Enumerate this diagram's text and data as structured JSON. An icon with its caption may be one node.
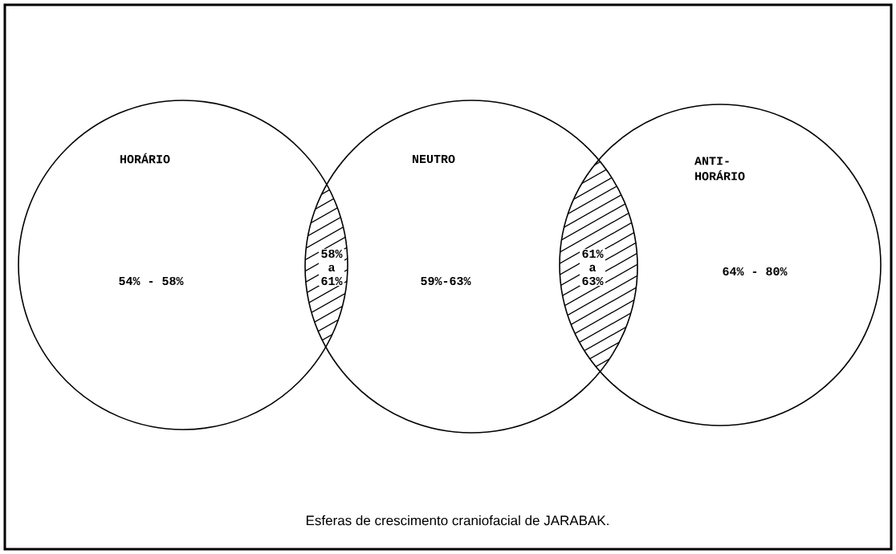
{
  "diagram": {
    "caption": "Esferas de crescimento craniofacial de JARABAK.",
    "nodes": [
      {
        "text": [
          "HORÁRIO",
          "54% - 58%"
        ]
      },
      {
        "text": [
          "NEUTRO",
          "59%-63%"
        ]
      },
      {
        "text": [
          "ANTI- HORÁRIO",
          "64% - 80%"
        ]
      },
      {
        "text": [
          "58% a 61%"
        ]
      },
      {
        "text": [
          "61% a 63%"
        ]
      }
    ]
  }
}
